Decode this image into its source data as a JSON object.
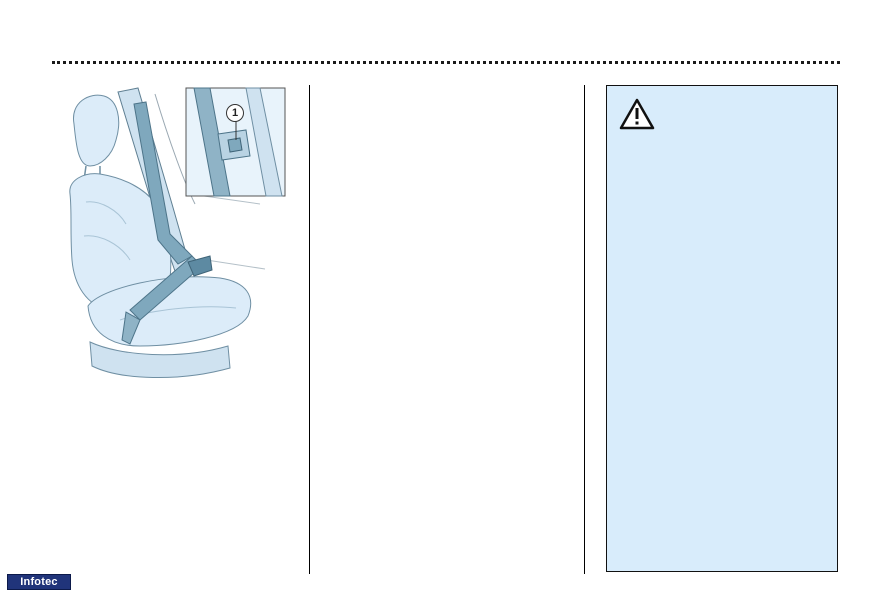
{
  "illustration": {
    "callout_number": "1",
    "icon": "seat-belt-height-adjuster-illustration"
  },
  "warning": {
    "icon": "warning-triangle-icon"
  },
  "footer": {
    "logo_text": "Infotec"
  },
  "colors": {
    "panel_background": "#d8ecfb",
    "seat_fill": "#dcecf9",
    "belt_fill": "#7fa8bd",
    "logo_background": "#20347a"
  }
}
